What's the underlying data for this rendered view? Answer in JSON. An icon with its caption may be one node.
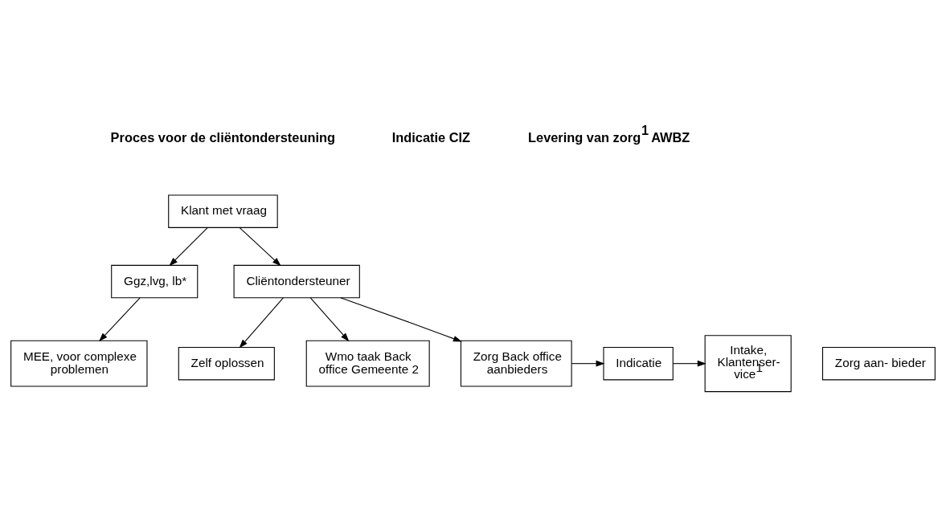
{
  "diagram": {
    "nodes": [
      {
        "text": [
          "Klant met vraag"
        ]
      },
      {
        "text": [
          "Ggz,lvg, lb*"
        ]
      },
      {
        "text": [
          "Cliëntondersteuner"
        ]
      },
      {
        "text": [
          "MEE, voor complexe problemen"
        ]
      },
      {
        "text": [
          "Zelf oplossen"
        ]
      },
      {
        "text": [
          "Wmo taak Back office Gemeente 2"
        ]
      },
      {
        "text": [
          "Zorg Back office aanbieders"
        ]
      },
      {
        "text": [
          "Indicatie"
        ]
      },
      {
        "text": [
          "Intake, Klantenser- vice$^{1}$"
        ]
      },
      {
        "text": [
          "Zorg aan- bieder"
        ]
      }
    ],
    "edges": [
      {
        "from": 0,
        "to": 2,
        "arrow": "to"
      },
      {
        "from": 0,
        "to": 1,
        "arrow": "to"
      },
      {
        "from": 1,
        "to": 3,
        "arrow": "to"
      },
      {
        "from": 2,
        "to": 4,
        "arrow": "to"
      },
      {
        "from": 2,
        "to": 5,
        "arrow": "to"
      },
      {
        "from": 2,
        "to": 6,
        "arrow": "to"
      },
      {
        "from": 6,
        "to": 7,
        "arrow": "to"
      },
      {
        "from": 7,
        "to": 8,
        "arrow": "to"
      }
    ],
    "labels": [
      "Proces voor de cliëntondersteuning",
      "Indicatie CIZ",
      "Levering van zorg$^{1}$ AWBZ"
    ]
  }
}
